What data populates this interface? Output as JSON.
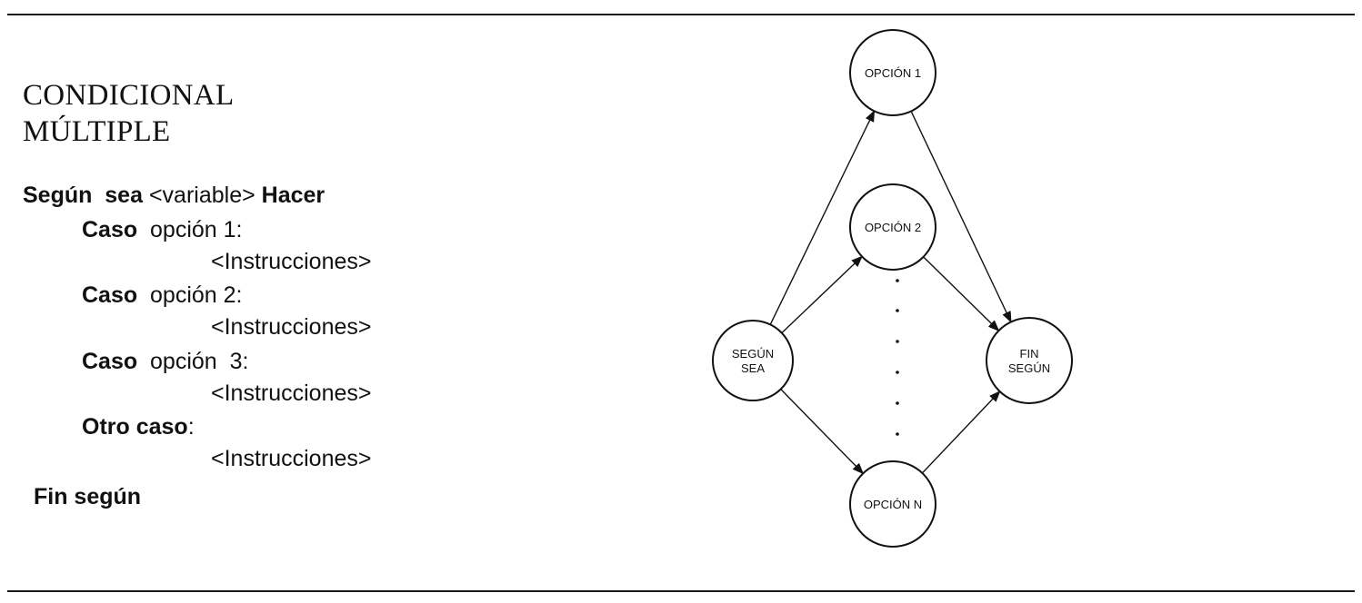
{
  "heading": {
    "line1": "CONDICIONAL",
    "line2": "MÚLTIPLE"
  },
  "pseudocode": {
    "segun_kw": "Según  sea",
    "variable": " <variable> ",
    "hacer_kw": "Hacer",
    "caso1_kw": "Caso",
    "caso1_text": "  opción 1:",
    "instr1": "<Instrucciones>",
    "caso2_kw": "Caso",
    "caso2_text": "  opción 2:",
    "instr2": "<Instrucciones>",
    "caso3_kw": "Caso",
    "caso3_text": "  opción  3:",
    "instr3": "<Instrucciones>",
    "otro_kw": "Otro caso",
    "otro_colon": ":",
    "instr4": "<Instrucciones>",
    "fin_kw": "Fin según"
  },
  "diagram": {
    "nodes": {
      "segun_sea": [
        "SEGÚN",
        "SEA"
      ],
      "opcion1": [
        "OPCIÓN 1"
      ],
      "opcion2": [
        "OPCIÓN 2"
      ],
      "opcionN": [
        "OPCIÓN N"
      ],
      "fin_segun": [
        "FIN",
        "SEGÚN"
      ]
    },
    "edges": [
      [
        "segun_sea",
        "opcion1"
      ],
      [
        "segun_sea",
        "opcion2"
      ],
      [
        "segun_sea",
        "opcionN"
      ],
      [
        "opcion1",
        "fin_segun"
      ],
      [
        "opcion2",
        "fin_segun"
      ],
      [
        "opcionN",
        "fin_segun"
      ]
    ]
  }
}
